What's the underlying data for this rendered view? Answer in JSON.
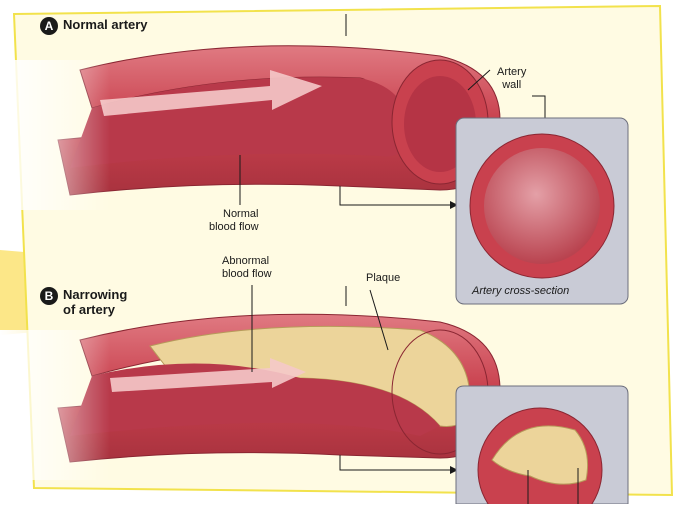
{
  "panel_a": {
    "letter": "A",
    "title": "Normal artery",
    "flow_label_line1": "Normal",
    "flow_label_line2": "blood flow",
    "wall_label_line1": "Artery",
    "wall_label_line2": "wall"
  },
  "panel_b": {
    "letter": "B",
    "title_line1": "Narrowing",
    "title_line2": "of artery",
    "flow_label_line1": "Abnormal",
    "flow_label_line2": "blood flow",
    "plaque_label": "Plaque"
  },
  "cross_section_caption": "Artery cross-section",
  "colors": {
    "frame_border": "#f2e24c",
    "frame_fill": "#fffbe3",
    "artery_outer": "#c9414e",
    "artery_inner": "#e7a3a6",
    "lumen_dark": "#b53445",
    "plaque": "#ecd49a",
    "arrow": "#f5c9c9",
    "inset_bg": "#c9cbd6",
    "highlight_band": "#fbe16a"
  }
}
